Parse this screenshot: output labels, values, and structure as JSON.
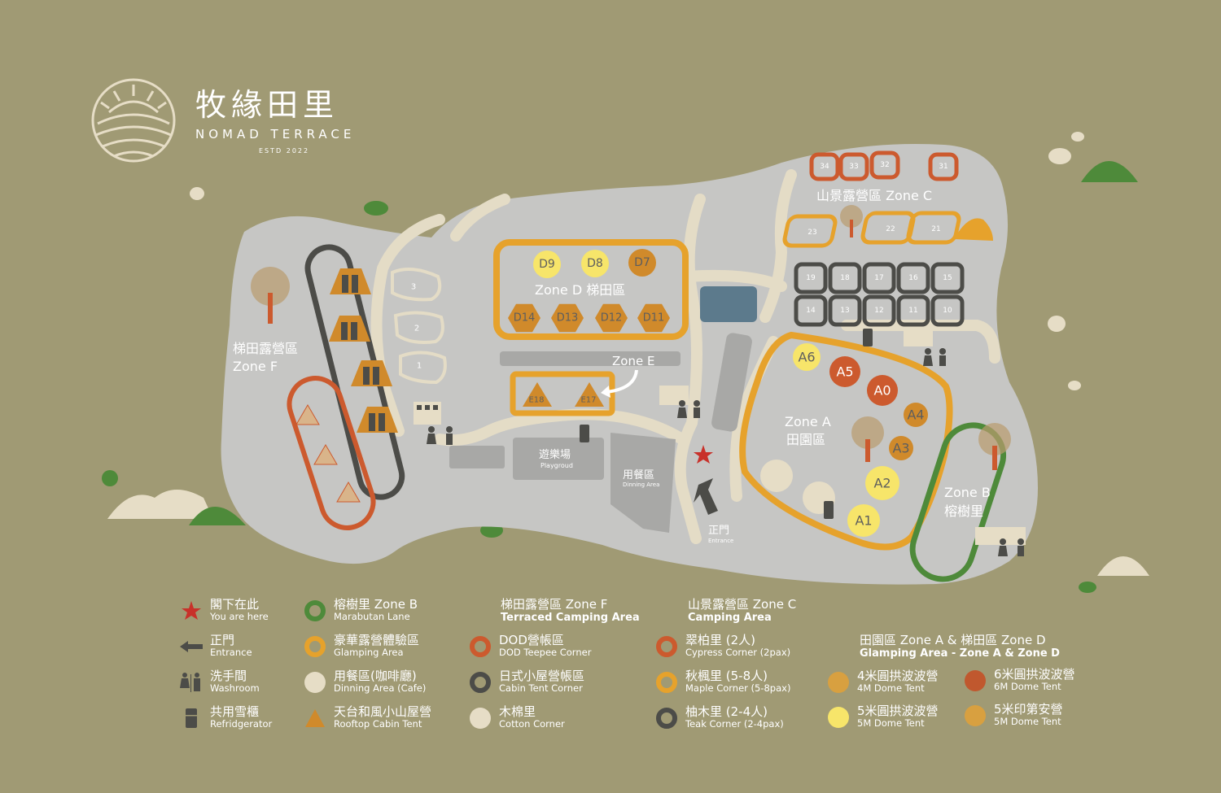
{
  "brand": {
    "name_zh": "牧緣田里",
    "name_en": "NOMAD TERRACE",
    "estd": "ESTD 2022"
  },
  "colors": {
    "background": "#a09a74",
    "ground": "#c6c6c4",
    "path": "#e4dcc6",
    "yellow": "#f7e56a",
    "orange": "#e6a22c",
    "dark_orange": "#d08a2b",
    "red": "#cc5a2e",
    "charcoal": "#4c4c48",
    "green": "#4e8a3a",
    "pond": "#5c7a8c",
    "cream": "#e6ddc6"
  },
  "zones": {
    "c_title": "山景露營區 Zone C",
    "d_title": "Zone D 梯田區",
    "e_title": "Zone E",
    "f_title_zh": "梯田露營區",
    "f_title_en": "Zone F",
    "a_title_en": "Zone A",
    "a_title_zh": "田園區",
    "b_title_en": "Zone B",
    "b_title_zh": "榕樹里"
  },
  "sites": {
    "zone_c_top": [
      "34",
      "33",
      "32",
      "31"
    ],
    "zone_c_maple": [
      "23",
      "22",
      "21"
    ],
    "zone_c_teak_row1": [
      "19",
      "18",
      "17",
      "16",
      "15"
    ],
    "zone_c_teak_row2": [
      "14",
      "13",
      "12",
      "11",
      "10"
    ],
    "zone_d_domes": [
      "D9",
      "D8",
      "D7"
    ],
    "zone_d_hex": [
      "D14",
      "D13",
      "D12",
      "D11"
    ],
    "zone_e": [
      "E18",
      "E17"
    ],
    "zone_f_cotton": [
      "3",
      "2",
      "1"
    ],
    "zone_a": [
      "A6",
      "A5",
      "A0",
      "A4",
      "A3",
      "A2",
      "A1"
    ]
  },
  "facilities": {
    "playground_zh": "遊樂場",
    "playground_en": "Playgroud",
    "dining_zh": "用餐區",
    "dining_en": "Dinning Area",
    "entrance_zh": "正門",
    "entrance_en": "Entrance"
  },
  "legend": {
    "col1": [
      {
        "icon": "star-icon",
        "zh": "閣下在此",
        "en": "You are here"
      },
      {
        "icon": "arrow-left-icon",
        "zh": "正門",
        "en": "Entrance"
      },
      {
        "icon": "washroom-icon",
        "zh": "洗手間",
        "en": "Washroom"
      },
      {
        "icon": "fridge-icon",
        "zh": "共用雪櫃",
        "en": "Refridgerator"
      }
    ],
    "col2": [
      {
        "icon": "green-ring-icon",
        "zh": "榕樹里 Zone B",
        "en": "Marabutan Lane"
      },
      {
        "icon": "orange-ring-icon",
        "zh": "豪華露營體驗區",
        "en": "Glamping Area"
      },
      {
        "icon": "cream-disc-icon",
        "zh": "用餐區(咖啡廳)",
        "en": "Dinning Area (Cafe)"
      },
      {
        "icon": "triangle-icon",
        "zh": "天台和風小山屋營",
        "en": "Rooftop Cabin Tent"
      }
    ],
    "col3_head_zh": "梯田露營區 Zone F",
    "col3_head_en": "Terraced Camping Area",
    "col3": [
      {
        "icon": "red-ring-icon",
        "zh": "DOD營帳區",
        "en": "DOD Teepee Corner"
      },
      {
        "icon": "dark-ring-icon",
        "zh": "日式小屋營帳區",
        "en": "Cabin Tent Corner"
      },
      {
        "icon": "cream-disc-icon",
        "zh": "木棉里",
        "en": "Cotton Corner"
      }
    ],
    "col4_head_zh": "山景露營區 Zone C",
    "col4_head_en": "Camping Area",
    "col4": [
      {
        "icon": "red-ring-icon",
        "zh": "翠柏里 (2人)",
        "en": "Cypress Corner (2pax)"
      },
      {
        "icon": "orange-ring-icon",
        "zh": "秋楓里 (5-8人)",
        "en": "Maple Corner (5-8pax)"
      },
      {
        "icon": "dark-ring-icon",
        "zh": "柚木里 (2-4人)",
        "en": "Teak Corner (2-4pax)"
      }
    ],
    "col5_head_zh": "田園區 Zone A & 梯田區 Zone D",
    "col5_head_en": "Glamping Area - Zone A & Zone D",
    "col5": [
      {
        "icon": "dome4-disc-icon",
        "zh": "4米圓拱波波營",
        "en": "4M Dome Tent"
      },
      {
        "icon": "dome5-disc-icon",
        "zh": "5米圓拱波波營",
        "en": "5M Dome Tent"
      }
    ],
    "col6": [
      {
        "icon": "dome6-disc-icon",
        "zh": "6米圓拱波波營",
        "en": "6M Dome Tent"
      },
      {
        "icon": "indian-disc-icon",
        "zh": "5米印第安營",
        "en": "5M Dome Tent"
      }
    ]
  }
}
